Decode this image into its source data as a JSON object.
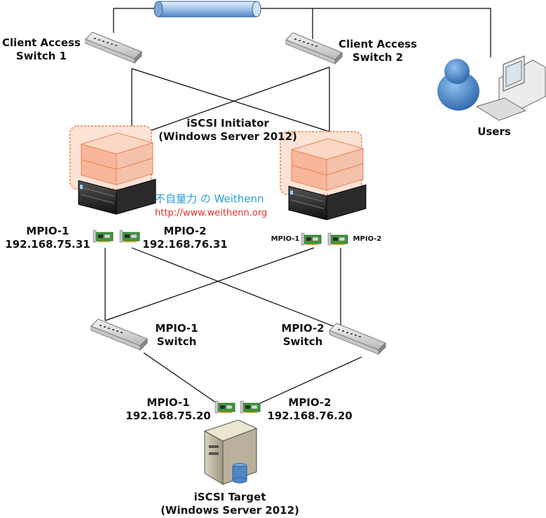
{
  "labels": {
    "client_switch_1": [
      "Client Access",
      "Switch 1"
    ],
    "client_switch_2": [
      "Client Access",
      "Switch 2"
    ],
    "users": "Users",
    "initiator": [
      "iSCSI Initiator",
      "(Windows Server 2012)"
    ],
    "init1_nic1": [
      "MPIO-1",
      "192.168.75.31"
    ],
    "init1_nic2": [
      "MPIO-2",
      "192.168.76.31"
    ],
    "init2_nic1": "MPIO-1",
    "init2_nic2": "MPIO-2",
    "mpio1_switch": [
      "MPIO-1",
      "Switch"
    ],
    "mpio2_switch": [
      "MPIO-2",
      "Switch"
    ],
    "target_nic1": [
      "MPIO-1",
      "192.168.75.20"
    ],
    "target_nic2": [
      "MPIO-2",
      "192.168.76.20"
    ],
    "target": [
      "iSCSI Target",
      "(Windows Server 2012)"
    ]
  },
  "watermark": {
    "line1": "不自量力 の Weithenn",
    "line2": "http://www.weithenn.org"
  },
  "colors": {
    "server_glow": "#f29a6e",
    "nic_green": "#3d9a3d",
    "watermark_blue": "#2a9fd8",
    "watermark_red": "#e0302a",
    "user_blue": "#3f7fc4"
  }
}
